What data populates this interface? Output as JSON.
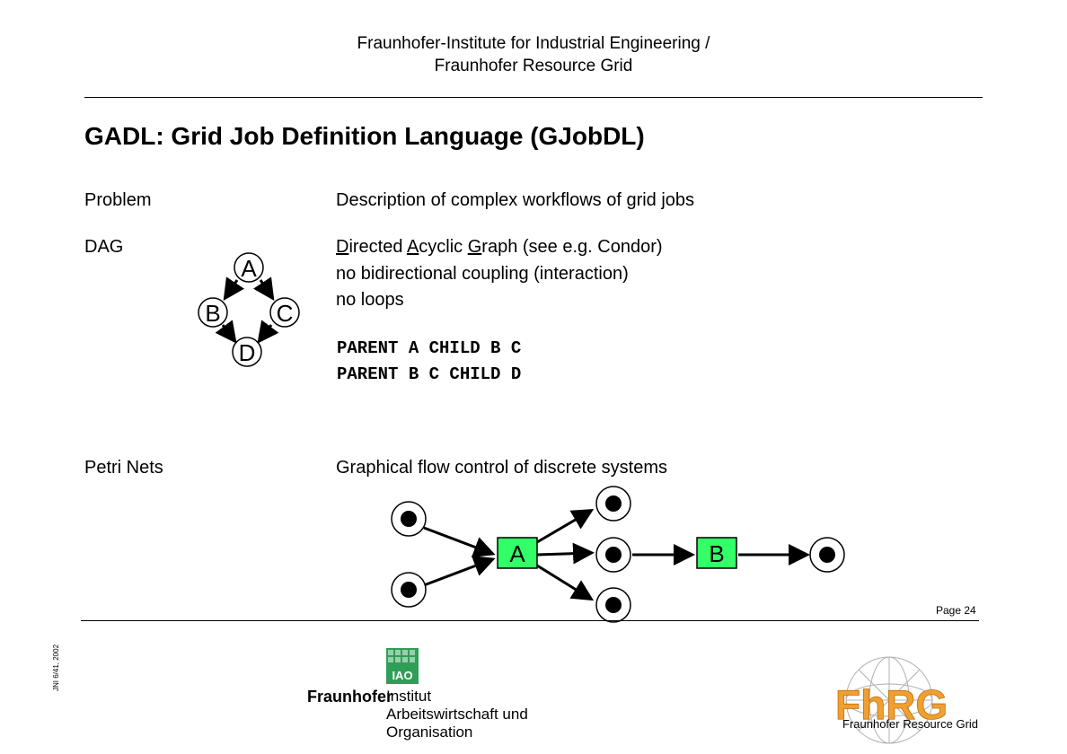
{
  "header": {
    "line1": "Fraunhofer-Institute for Industrial Engineering /",
    "line2": "Fraunhofer Resource Grid"
  },
  "title": "GADL: Grid Job Definition Language (GJobDL)",
  "rows": {
    "problem": {
      "label": "Problem",
      "text": "Description of complex workflows of grid jobs"
    },
    "dag": {
      "label": "DAG",
      "def_parts": [
        "D",
        "irected ",
        "A",
        "cyclic ",
        "G",
        "raph (see e.g. Condor)"
      ],
      "line2": "no bidirectional coupling (interaction)",
      "line3": "no loops",
      "code1": "PARENT A CHILD B C",
      "code2": "PARENT B C CHILD D",
      "nodes": [
        "A",
        "B",
        "C",
        "D"
      ]
    },
    "petri": {
      "label": "Petri Nets",
      "text": "Graphical flow control of discrete systems",
      "transitions": [
        "A",
        "B"
      ]
    }
  },
  "footer": {
    "page": "Page 24",
    "vertical": "JNI 6/41, 2002",
    "fraunhofer": "Fraunhofer",
    "iao": "IAO",
    "institut_lines": [
      "Institut",
      "Arbeitswirtschaft und",
      "Organisation"
    ],
    "frg_logo": "FhRG",
    "frg_caption": "Fraunhofer Resource Grid"
  },
  "colors": {
    "transition_fill": "#33ff66",
    "iao_green": "#2f9e57",
    "frg_orange": "#f0a030"
  }
}
